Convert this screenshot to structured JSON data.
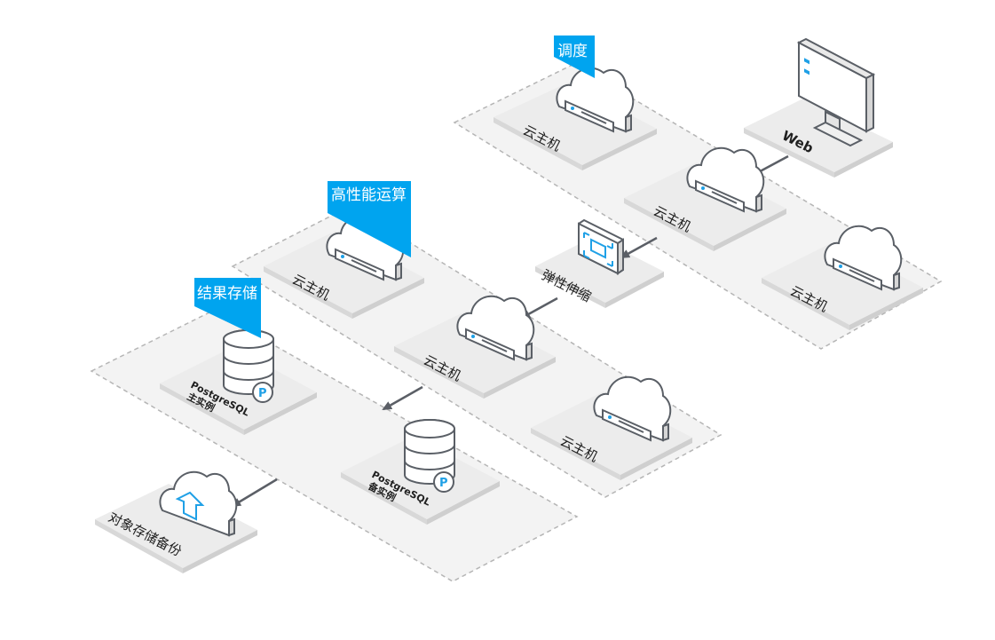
{
  "groups": {
    "scheduling": {
      "tag": "调度"
    },
    "hpc": {
      "tag": "高性能运算"
    },
    "result_storage": {
      "tag": "结果存储"
    }
  },
  "nodes": {
    "web": {
      "label": "Web"
    },
    "sched_host": {
      "label": "云主机"
    },
    "web_host_1": {
      "label": "云主机"
    },
    "web_host_2": {
      "label": "云主机"
    },
    "autoscaling": {
      "label": "弹性伸缩"
    },
    "hpc_host_top": {
      "label": "云主机"
    },
    "hpc_host_mid": {
      "label": "云主机"
    },
    "hpc_host_bottom": {
      "label": "云主机"
    },
    "pg_master": {
      "label_line1": "PostgreSQL",
      "label_line2": "主实例"
    },
    "pg_standby": {
      "label_line1": "PostgreSQL",
      "label_line2": "备实例"
    },
    "object_backup": {
      "label": "对象存储备份"
    }
  },
  "colors": {
    "tag_bg": "#00a4ef",
    "tile_fill": "#ececec",
    "tile_edge": "#d4d4d4",
    "zone_fill": "#f3f3f3",
    "zone_stroke": "#b5b5b5",
    "icon_stroke": "#5a5f66",
    "accent": "#1fa0e6",
    "arrow": "#5b5f66"
  }
}
